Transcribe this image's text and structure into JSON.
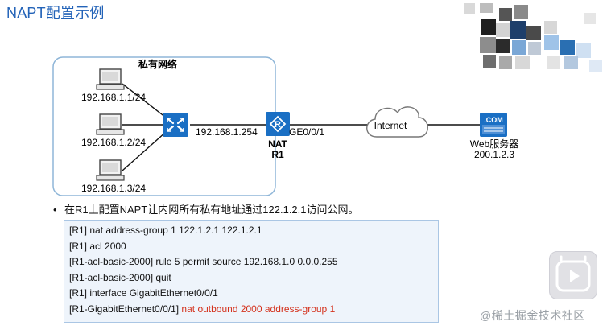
{
  "title": "NAPT配置示例",
  "diagram": {
    "private_net_label": "私有网络",
    "hosts": [
      "192.168.1.1/24",
      "192.168.1.2/24",
      "192.168.1.3/24"
    ],
    "switch_link_label": "192.168.1.254",
    "router_interface": "GE0/0/1",
    "router_name_line1": "NAT",
    "router_name_line2": "R1",
    "cloud_label": "Internet",
    "server_badge": ".COM",
    "server_name": "Web服务器",
    "server_ip": "200.1.2.3"
  },
  "description": "在R1上配置NAPT让内网所有私有地址通过122.1.2.1访问公网。",
  "commands": [
    {
      "prefix": "[R1] nat address-group 1 122.1.2.1 122.1.2.1",
      "highlight": ""
    },
    {
      "prefix": "[R1] acl 2000",
      "highlight": ""
    },
    {
      "prefix": "[R1-acl-basic-2000] rule 5 permit source 192.168.1.0 0.0.0.255",
      "highlight": ""
    },
    {
      "prefix": "[R1-acl-basic-2000] quit",
      "highlight": ""
    },
    {
      "prefix": "[R1] interface GigabitEthernet0/0/1",
      "highlight": ""
    },
    {
      "prefix": "[R1-GigabitEthernet0/0/1] ",
      "highlight": "nat outbound 2000 address-group 1"
    }
  ],
  "colors": {
    "title": "#2363b8",
    "device_blue": "#1a6fc4",
    "highlight_red": "#d4321d",
    "frame": "#8fb6d8"
  },
  "icons": [
    "pc-icon",
    "switch-icon",
    "router-icon",
    "cloud-icon",
    "server-icon",
    "play-icon"
  ],
  "watermark": "@稀土掘金技术社区"
}
